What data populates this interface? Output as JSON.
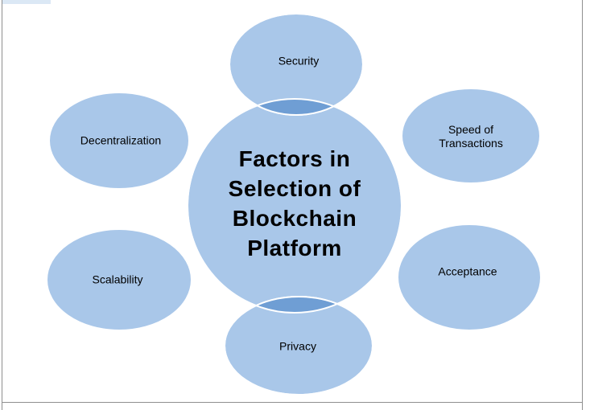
{
  "figure": {
    "background": "#ffffff",
    "frame_color": "#8f8f8f",
    "text_color": "#000000",
    "node_fill": "#a9c7e9",
    "overlap_fill": "#6f9ed4",
    "node_stroke": "#ffffff",
    "center": {
      "title_lines": [
        "Factors in",
        "Selection of",
        "Blockchain",
        "Platform"
      ]
    },
    "nodes": [
      {
        "id": "security",
        "position": "top",
        "label_lines": [
          "Security"
        ]
      },
      {
        "id": "speed-of-transactions",
        "position": "top-right",
        "label_lines": [
          "Speed of",
          "Transactions"
        ]
      },
      {
        "id": "acceptance",
        "position": "bottom-right",
        "label_lines": [
          "Acceptance"
        ]
      },
      {
        "id": "privacy",
        "position": "bottom",
        "label_lines": [
          "Privacy"
        ]
      },
      {
        "id": "scalability",
        "position": "bottom-left",
        "label_lines": [
          "Scalability"
        ]
      },
      {
        "id": "decentralization",
        "position": "top-left",
        "label_lines": [
          "Decentralization"
        ]
      }
    ]
  }
}
